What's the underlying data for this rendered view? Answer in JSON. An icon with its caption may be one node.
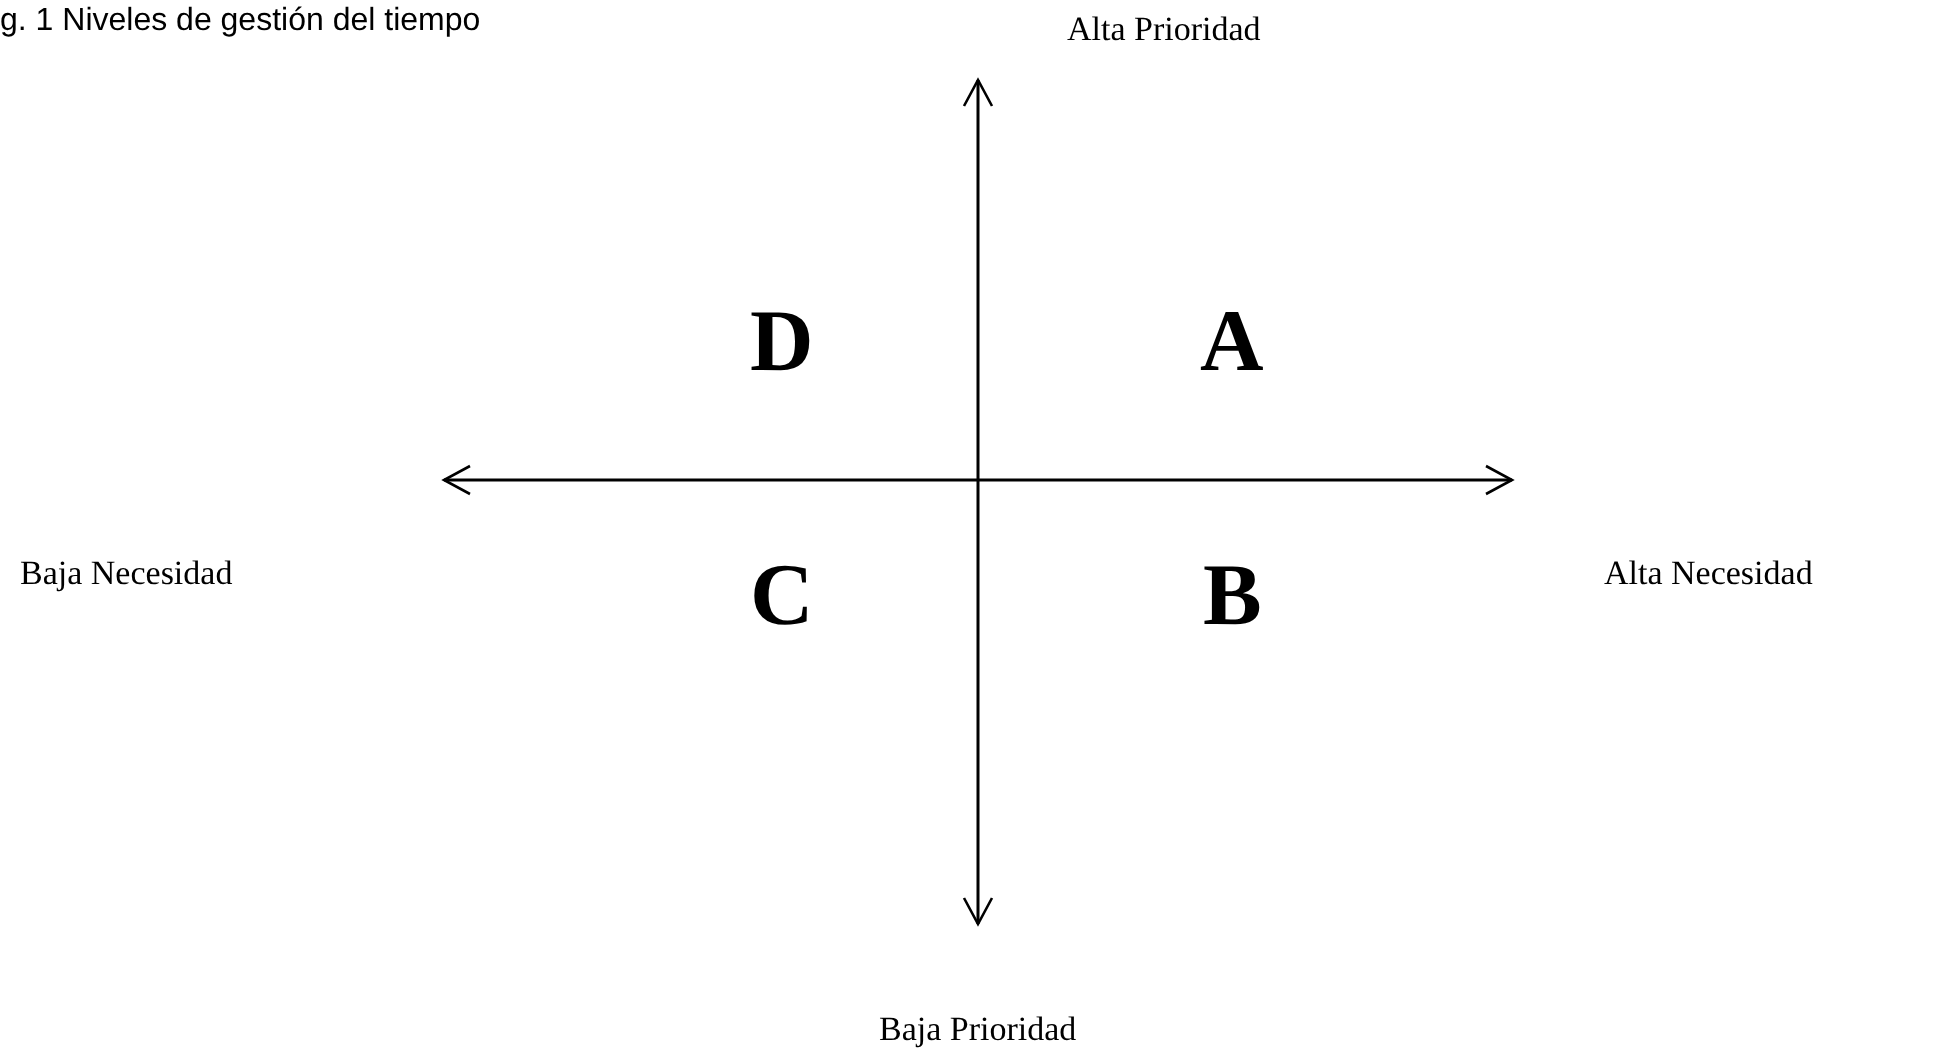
{
  "diagram": {
    "title": "g. 1 Niveles de gestión del tiempo",
    "labels": [
      "Alta Prioridad",
      "D",
      "A",
      "Baja Necesidad",
      "Alta Necesidad",
      "C",
      "B",
      "Baja Prioridad"
    ]
  }
}
